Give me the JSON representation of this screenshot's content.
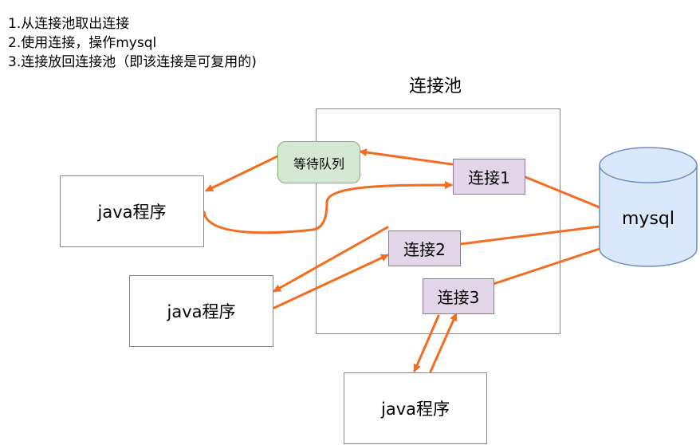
{
  "notes": {
    "step1": "1.从连接池取出连接",
    "step2": "2.使用连接，操作mysql",
    "step3": "3.连接放回连接池（即该连接是可复用的)"
  },
  "pool": {
    "title": "连接池"
  },
  "queue": {
    "label": "等待队列"
  },
  "connections": [
    {
      "label": "连接1"
    },
    {
      "label": "连接2"
    },
    {
      "label": "连接3"
    }
  ],
  "clients": [
    {
      "label": "java程序"
    },
    {
      "label": "java程序"
    },
    {
      "label": "java程序"
    }
  ],
  "database": {
    "label": "mysql"
  },
  "colors": {
    "arrow": "#f26c21",
    "connection_fill": "#e1d5e7",
    "connection_border": "#9673a6",
    "queue_fill": "#d5e8d4",
    "queue_border": "#82b366",
    "db_fill": "#dae8fc",
    "db_border": "#6c8ebf"
  }
}
